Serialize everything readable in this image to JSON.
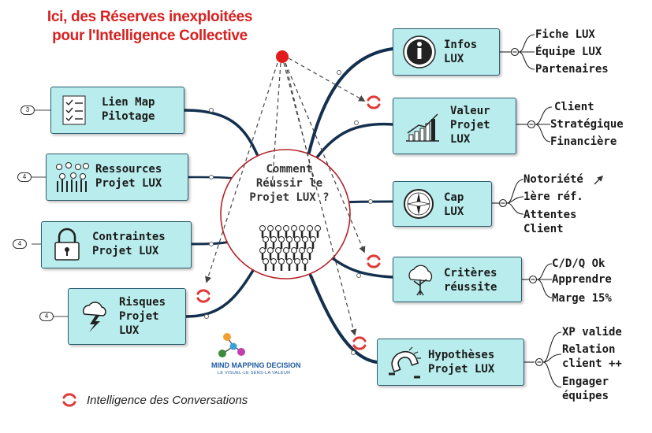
{
  "title": [
    "Ici, des Réserves inexploitées",
    "pour l'Intelligence Collective"
  ],
  "center": [
    "Comment",
    "Réussir le",
    "Projet LUX ?"
  ],
  "left_nodes": [
    {
      "label": "Lien Map\nPilotage",
      "badge": "3",
      "icon": "checklist-icon"
    },
    {
      "label": "Ressources\nProjet LUX",
      "badge": "4",
      "icon": "people-crowd-icon"
    },
    {
      "label": "Contraintes\nProjet LUX",
      "badge": "4",
      "icon": "padlock-icon"
    },
    {
      "label": "Risques\nProjet\nLUX",
      "badge": "4",
      "icon": "storm-cloud-icon"
    }
  ],
  "right_nodes": [
    {
      "label": "Infos\nLUX",
      "icon": "info-icon",
      "leaves": [
        "Fiche LUX",
        "Équipe LUX",
        "Partenaires"
      ]
    },
    {
      "label": "Valeur\nProjet\nLUX",
      "icon": "growth-chart-icon",
      "leaves": [
        "Client",
        "Stratégique",
        "Financière"
      ]
    },
    {
      "label": "Cap\nLUX",
      "icon": "compass-icon",
      "leaves": [
        "Notoriété",
        "1ère réf.",
        "Attentes\nClient"
      ]
    },
    {
      "label": "Critères\nréussite",
      "icon": "tree-icon",
      "leaves": [
        "C/D/Q Ok",
        "Apprendre",
        "Marge 15%"
      ]
    },
    {
      "label": "Hypothèses\nProjet LUX",
      "icon": "magnet-icon",
      "leaves": [
        "XP valide",
        "Relation\nclient ++",
        "Engager\néquipes"
      ]
    }
  ],
  "logo": {
    "name": "MIND MAPPING DECISION",
    "tagline": "LE VISUEL-LE SENS-LA VALEUR"
  },
  "legend": "Intelligence des Conversations",
  "colors": {
    "title": "#d92121",
    "node_fill": "#b9ecec",
    "branch": "#14304f",
    "dashed": "#555555"
  }
}
